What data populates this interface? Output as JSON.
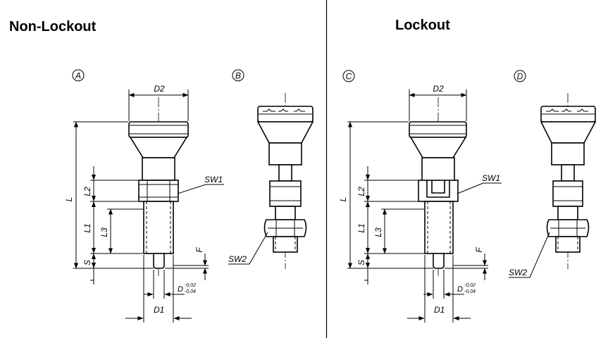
{
  "sections": {
    "non_lockout_title": "Non-Lockout",
    "lockout_title": "Lockout"
  },
  "views": {
    "a": "A",
    "b": "B",
    "c": "C",
    "d": "D"
  },
  "dimensions": {
    "D2": "D2",
    "L": "L",
    "L1": "L1",
    "L2": "L2",
    "L3": "L3",
    "S": "S",
    "F": "F",
    "D": "D",
    "D_tol_upper": "-0,02",
    "D_tol_lower": "-0,04",
    "D1": "D1",
    "SW1": "SW1",
    "SW2": "SW2"
  }
}
